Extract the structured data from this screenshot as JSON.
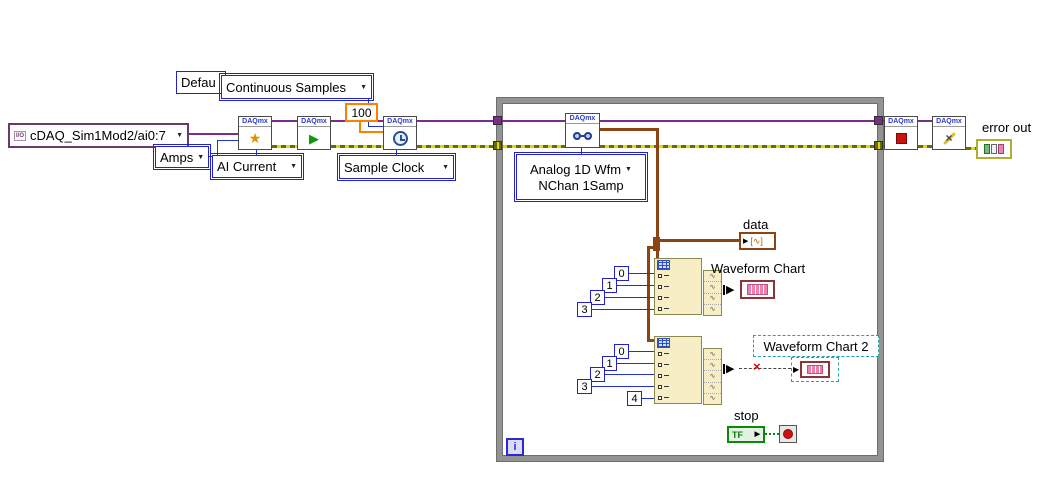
{
  "diagram": {
    "daqmx_label": "DAQmx",
    "rings": {
      "default_ring": "Defau",
      "sample_mode": "Continuous Samples",
      "physical_channel": "cDAQ_Sim1Mod2/ai0:7",
      "units": "Amps",
      "measurement_type": "AI Current",
      "rate": "100",
      "source": "Sample Clock",
      "read_mode_line1": "Analog 1D Wfm",
      "read_mode_line2": "NChan 1Samp"
    },
    "labels": {
      "data": "data",
      "waveform_chart": "Waveform Chart",
      "waveform_chart_2": "Waveform Chart 2",
      "stop": "stop",
      "error_out": "error out"
    },
    "terminals": {
      "iteration": "i",
      "boolean": "TF"
    },
    "index_constants_1": [
      "0",
      "1",
      "2",
      "3"
    ],
    "index_constants_2": [
      "0",
      "1",
      "2",
      "3",
      "4"
    ]
  },
  "icons": {
    "caret": "▼",
    "play": "▶",
    "star": "★",
    "clear_x": "×",
    "broken_wire_x": "×",
    "terminal_arrow": "▶",
    "wave": "∿",
    "array_wave": "[∿]",
    "io_glyph": "I/O"
  },
  "colors": {
    "task_wire": "#7b2d8b",
    "error_wire": "#6b6b00",
    "waveform_wire": "#8a4513",
    "rate_wire": "#ff8000",
    "node_border_blue": "#2222cc",
    "loop_border": "#939393",
    "stop_green": "#0a8a0a",
    "broken_red": "#dd0000",
    "chart_pink": "#ef7fae"
  }
}
